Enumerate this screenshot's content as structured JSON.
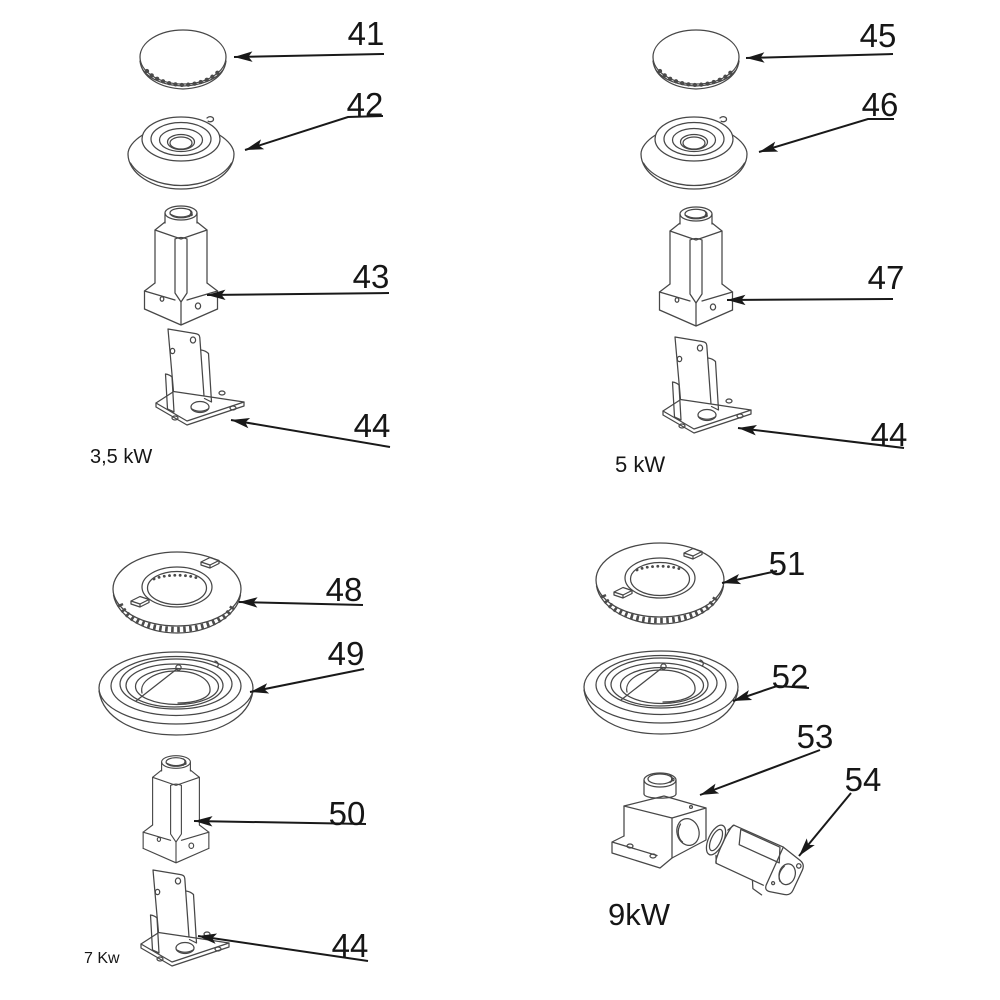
{
  "figure": {
    "groups": [
      {
        "power_label": "3,5 kW",
        "callouts": [
          {
            "number": "41"
          },
          {
            "number": "42"
          },
          {
            "number": "43"
          },
          {
            "number": "44"
          }
        ]
      },
      {
        "power_label": "5 kW",
        "callouts": [
          {
            "number": "45"
          },
          {
            "number": "46"
          },
          {
            "number": "47"
          },
          {
            "number": "44"
          }
        ]
      },
      {
        "power_label": "7 Kw",
        "callouts": [
          {
            "number": "48"
          },
          {
            "number": "49"
          },
          {
            "number": "50"
          },
          {
            "number": "44"
          }
        ]
      },
      {
        "power_label": "9kW",
        "callouts": [
          {
            "number": "51"
          },
          {
            "number": "52"
          },
          {
            "number": "53"
          },
          {
            "number": "54"
          }
        ]
      }
    ]
  }
}
